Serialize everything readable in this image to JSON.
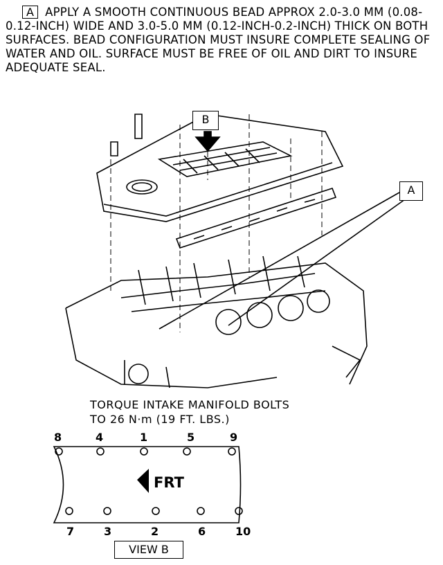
{
  "note": {
    "label": "A",
    "text": "APPLY A SMOOTH CONTINUOUS BEAD APPROX 2.0-3.0 MM (0.08-0.12-INCH) WIDE AND 3.0-5.0 MM (0.12-INCH-0.2-INCH) THICK ON BOTH SURFACES. BEAD CONFIGURATION MUST INSURE COMPLETE SEALING OF WATER AND OIL. SURFACE MUST BE FREE OF OIL AND DIRT TO INSURE ADEQUATE SEAL."
  },
  "callouts": {
    "b": "B",
    "a": "A"
  },
  "torque": {
    "line1": "TORQUE INTAKE MANIFOLD BOLTS",
    "line2": "TO 26 N·m (19 FT. LBS.)"
  },
  "bolt_numbers": {
    "top": [
      "8",
      "4",
      "1",
      "5",
      "9"
    ],
    "bottom": [
      "7",
      "3",
      "2",
      "6",
      "10"
    ]
  },
  "view": {
    "front_label": "FRT",
    "label": "VIEW B"
  }
}
